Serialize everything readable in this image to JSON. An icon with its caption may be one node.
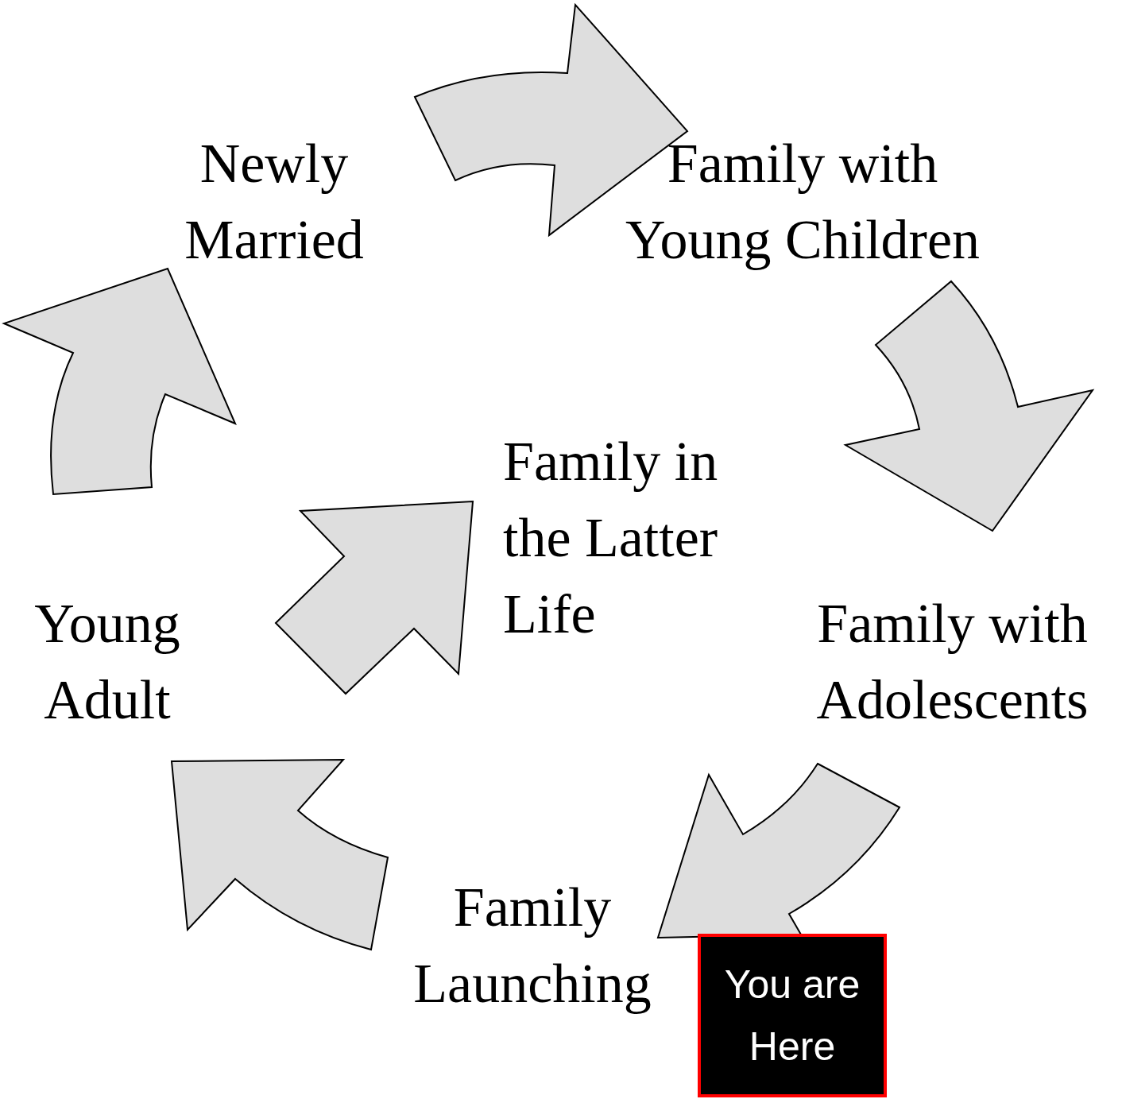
{
  "diagram": {
    "nodes": [
      {
        "text": [
          "Newly Married"
        ]
      },
      {
        "text": [
          "Family with Young Children"
        ]
      },
      {
        "text": [
          "Family with Adolescents"
        ]
      },
      {
        "text": [
          "Family Launching"
        ]
      },
      {
        "text": [
          "Young Adult"
        ]
      },
      {
        "text": [
          "Family in the Latter Life"
        ]
      },
      {
        "text": [
          "You are Here"
        ]
      }
    ],
    "edges": [
      {
        "from": 0,
        "to": 1,
        "arrow": "to"
      },
      {
        "from": 1,
        "to": 2,
        "arrow": "to"
      },
      {
        "from": 2,
        "to": 3,
        "arrow": "to"
      },
      {
        "from": 3,
        "to": 4,
        "arrow": "to"
      },
      {
        "from": 4,
        "to": 0,
        "arrow": "to"
      },
      {
        "from": null,
        "to": 5,
        "arrow": "to"
      }
    ]
  }
}
